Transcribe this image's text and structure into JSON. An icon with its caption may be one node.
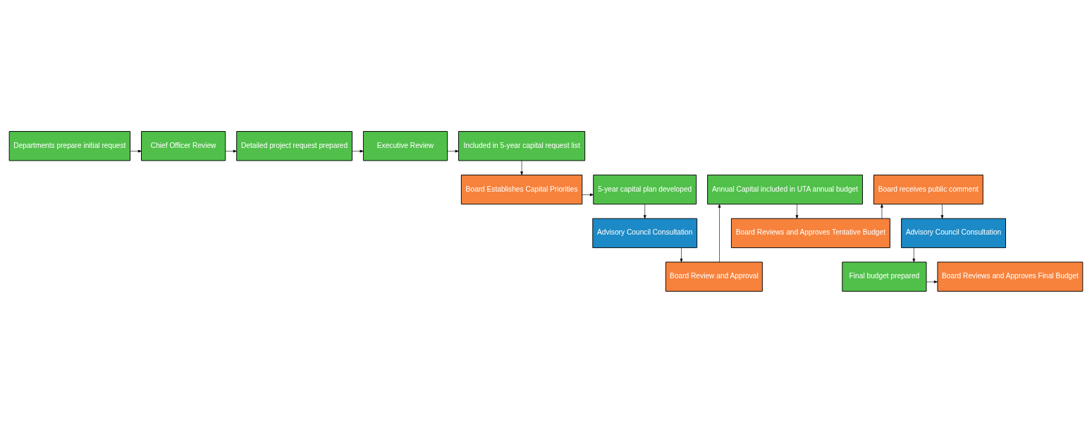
{
  "diagram": {
    "nodes": [
      {
        "text": [
          "Departments prepare initial request"
        ]
      },
      {
        "text": [
          "Chief Officer Review"
        ]
      },
      {
        "text": [
          "Detailed project request prepared"
        ]
      },
      {
        "text": [
          "Executive Review"
        ]
      },
      {
        "text": [
          "Included in 5-year capital request list"
        ]
      },
      {
        "text": [
          "Board Establishes Capital Priorities"
        ]
      },
      {
        "text": [
          "5-year capital plan developed"
        ]
      },
      {
        "text": [
          "Advisory Council Consultation"
        ]
      },
      {
        "text": [
          "Board Review and Approval"
        ]
      },
      {
        "text": [
          "Annual Capital included in UTA annual budget"
        ]
      },
      {
        "text": [
          "Board Reviews and Approves Tentative Budget"
        ]
      },
      {
        "text": [
          "Board receives public comment"
        ]
      },
      {
        "text": [
          "Advisory Council Consultation"
        ]
      },
      {
        "text": [
          "Final budget prepared"
        ]
      },
      {
        "text": [
          "Board Reviews and Approves Final Budget"
        ]
      }
    ],
    "edges": [
      {
        "from": 0,
        "to": 1,
        "arrow": "to"
      },
      {
        "from": 1,
        "to": 2,
        "arrow": "to"
      },
      {
        "from": 2,
        "to": 3,
        "arrow": "to"
      },
      {
        "from": 3,
        "to": 4,
        "arrow": "to"
      },
      {
        "from": 4,
        "to": 5,
        "arrow": "to"
      },
      {
        "from": 5,
        "to": 6,
        "arrow": "to"
      },
      {
        "from": 6,
        "to": 7,
        "arrow": "to"
      },
      {
        "from": 7,
        "to": 8,
        "arrow": "to"
      },
      {
        "from": 8,
        "to": 9,
        "arrow": "to"
      },
      {
        "from": 9,
        "to": 10,
        "arrow": "to"
      },
      {
        "from": 10,
        "to": 11,
        "arrow": "to"
      },
      {
        "from": 11,
        "to": 12,
        "arrow": "to"
      },
      {
        "from": 12,
        "to": 13,
        "arrow": "to"
      },
      {
        "from": 13,
        "to": 14,
        "arrow": "to"
      }
    ]
  }
}
